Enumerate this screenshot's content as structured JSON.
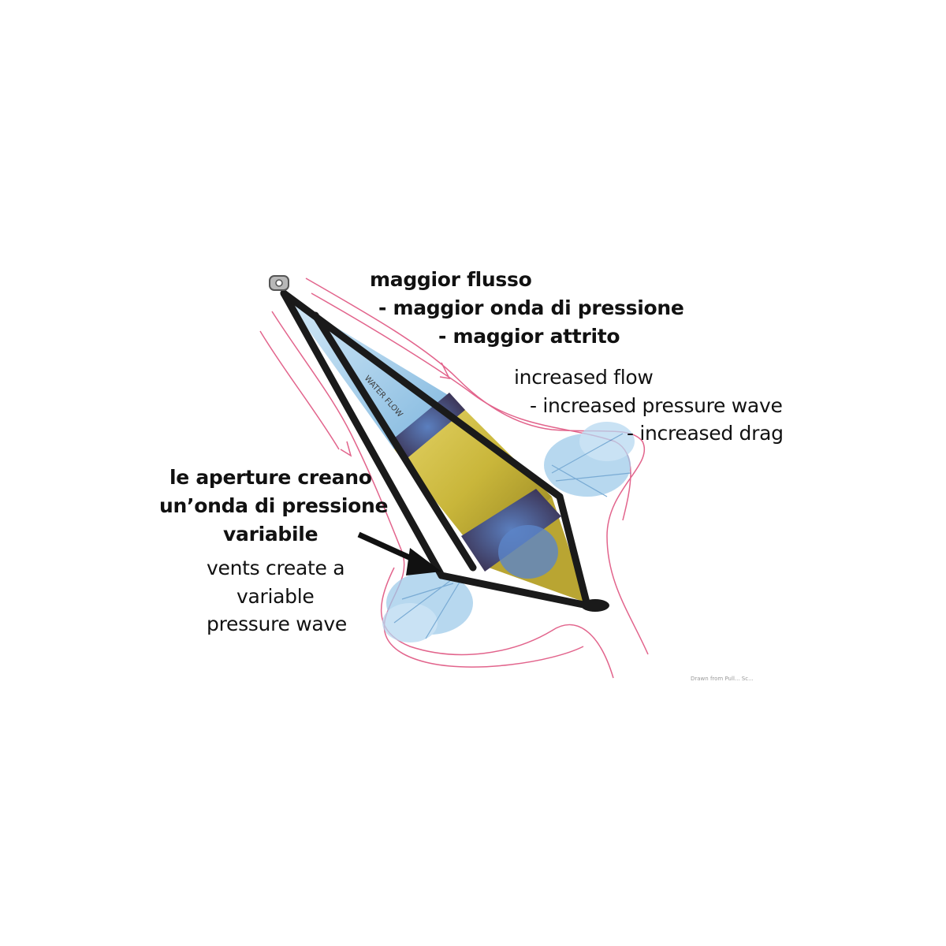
{
  "labels": {
    "it_top": [
      "maggior flusso",
      "- maggior onda di pressione",
      "- maggior attrito"
    ],
    "en_top": [
      "increased flow",
      "- increased pressure wave",
      "- increased drag"
    ],
    "it_left": [
      "le aperture creano",
      "un’onda di pressione",
      "variabile"
    ],
    "en_left": [
      "vents create a",
      "variable",
      "pressure wave"
    ],
    "cone_text": "WATER FLOW",
    "credit": "Drawn from Pull... Sc..."
  },
  "colors": {
    "flow_lines": "#e2648c",
    "cone_yellow": "#c9b63a",
    "frame": "#1a1a1a",
    "water": "#8fc3e6"
  },
  "icons": {
    "pointer": "arrow-icon",
    "shackle": "shackle-icon"
  }
}
